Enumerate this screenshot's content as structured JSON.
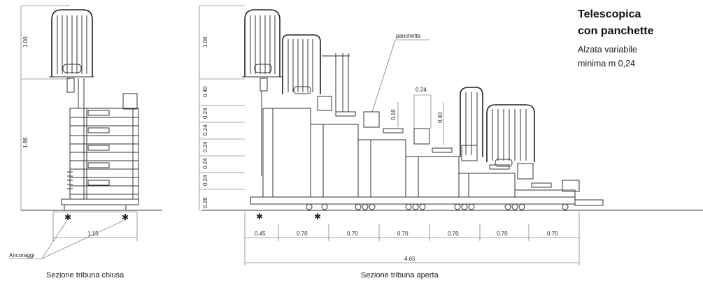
{
  "title": {
    "line1": "Telescopica",
    "line2": "con panchette",
    "line3": "Alzata variabile",
    "line4": "minima m 0,24"
  },
  "captions": {
    "closed": "Sezione tribuna chiusa",
    "open": "Sezione tribuna aperta"
  },
  "labels": {
    "panchetta": "panchetta",
    "ancoraggi": "Ancoraggi"
  },
  "closed_section": {
    "vertical_dims": [
      "1.00",
      "1.86"
    ],
    "width_dim": "1.15"
  },
  "open_section": {
    "vertical_dims": [
      "1.00",
      "0.40",
      "0.24",
      "0.24",
      "0.24",
      "0.24",
      "0.24",
      "0.26"
    ],
    "bottom_dims": [
      "0.45",
      "0.70",
      "0.70",
      "0.70",
      "0.70",
      "0.70",
      "0.70"
    ],
    "total_dim": "4.65",
    "detail_dims": [
      "0.24",
      "0.16",
      "0.40"
    ]
  }
}
